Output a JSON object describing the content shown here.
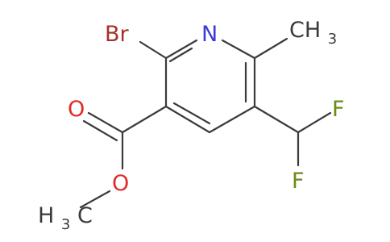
{
  "molecule": {
    "atoms": {
      "nitrogen": "N",
      "bromine": "Br",
      "methyl_top_main": "CH",
      "methyl_top_sub": "3",
      "fluorine_top": "F",
      "fluorine_bottom": "F",
      "carbonyl_oxygen": "O",
      "ester_oxygen": "O",
      "methyl_bottom_main": "H",
      "methyl_bottom_sub": "3",
      "methyl_bottom_tail": "C"
    },
    "colors": {
      "bond": "#3b3b3b",
      "nitrogen": "#3b3bd6",
      "bromine": "#a3322b",
      "oxygen": "#e02b2b",
      "fluorine": "#6c8a1a"
    }
  }
}
